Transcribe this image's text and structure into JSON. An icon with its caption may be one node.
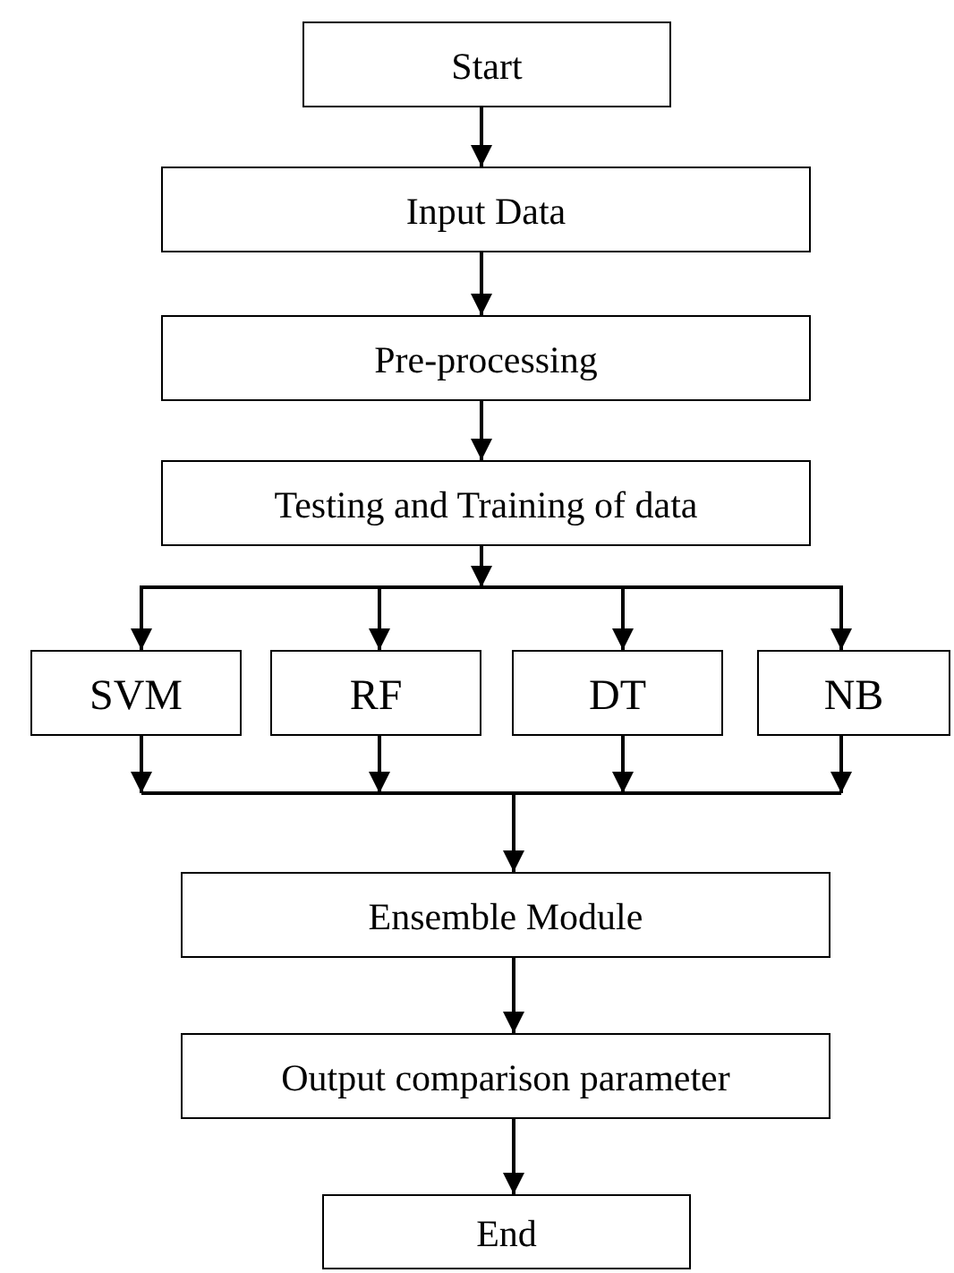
{
  "diagram": {
    "nodes": [
      {
        "text": [
          "Start"
        ]
      },
      {
        "text": [
          "Input Data"
        ]
      },
      {
        "text": [
          "Pre-processing"
        ]
      },
      {
        "text": [
          "Testing and Training of data"
        ]
      },
      {
        "text": [
          "SVM"
        ]
      },
      {
        "text": [
          "RF"
        ]
      },
      {
        "text": [
          "DT"
        ]
      },
      {
        "text": [
          "NB"
        ]
      },
      {
        "text": [
          "Ensemble Module"
        ]
      },
      {
        "text": [
          "Output comparison parameter"
        ]
      },
      {
        "text": [
          "End"
        ]
      }
    ],
    "edges": [
      {
        "from": 0,
        "to": 1,
        "arrow": "to"
      },
      {
        "from": 1,
        "to": 2,
        "arrow": "to"
      },
      {
        "from": 2,
        "to": 3,
        "arrow": "to"
      },
      {
        "from": 3,
        "to": 4,
        "arrow": "to"
      },
      {
        "from": 3,
        "to": 5,
        "arrow": "to"
      },
      {
        "from": 3,
        "to": 6,
        "arrow": "to"
      },
      {
        "from": 3,
        "to": 7,
        "arrow": "to"
      },
      {
        "from": 4,
        "to": 8,
        "arrow": "to"
      },
      {
        "from": 5,
        "to": 8,
        "arrow": "to"
      },
      {
        "from": 6,
        "to": 8,
        "arrow": "to"
      },
      {
        "from": 7,
        "to": 8,
        "arrow": "to"
      },
      {
        "from": 8,
        "to": 9,
        "arrow": "to"
      },
      {
        "from": 9,
        "to": 10,
        "arrow": "to"
      }
    ]
  }
}
